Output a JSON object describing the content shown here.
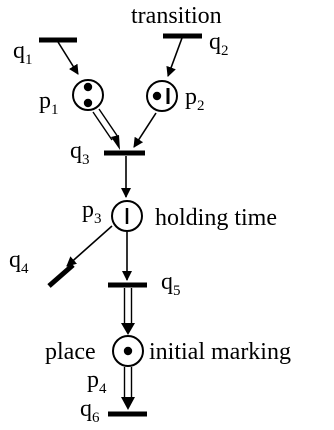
{
  "labels": {
    "transition": "transition",
    "holding_time": "holding time",
    "place": "place",
    "initial_marking": "initial marking"
  },
  "transitions": {
    "q1": {
      "base": "q",
      "sub": "1"
    },
    "q2": {
      "base": "q",
      "sub": "2"
    },
    "q3": {
      "base": "q",
      "sub": "3"
    },
    "q4": {
      "base": "q",
      "sub": "4"
    },
    "q5": {
      "base": "q",
      "sub": "5"
    },
    "q6": {
      "base": "q",
      "sub": "6"
    }
  },
  "places": {
    "p1": {
      "base": "p",
      "sub": "1",
      "tokens": 2
    },
    "p2": {
      "base": "p",
      "sub": "2",
      "tokens": 1,
      "timed": true
    },
    "p3": {
      "base": "p",
      "sub": "3",
      "tokens": 0,
      "timed": true
    },
    "p4": {
      "base": "p",
      "sub": "4",
      "tokens": 1
    }
  },
  "colors": {
    "ink": "#000000",
    "background": "#ffffff"
  }
}
